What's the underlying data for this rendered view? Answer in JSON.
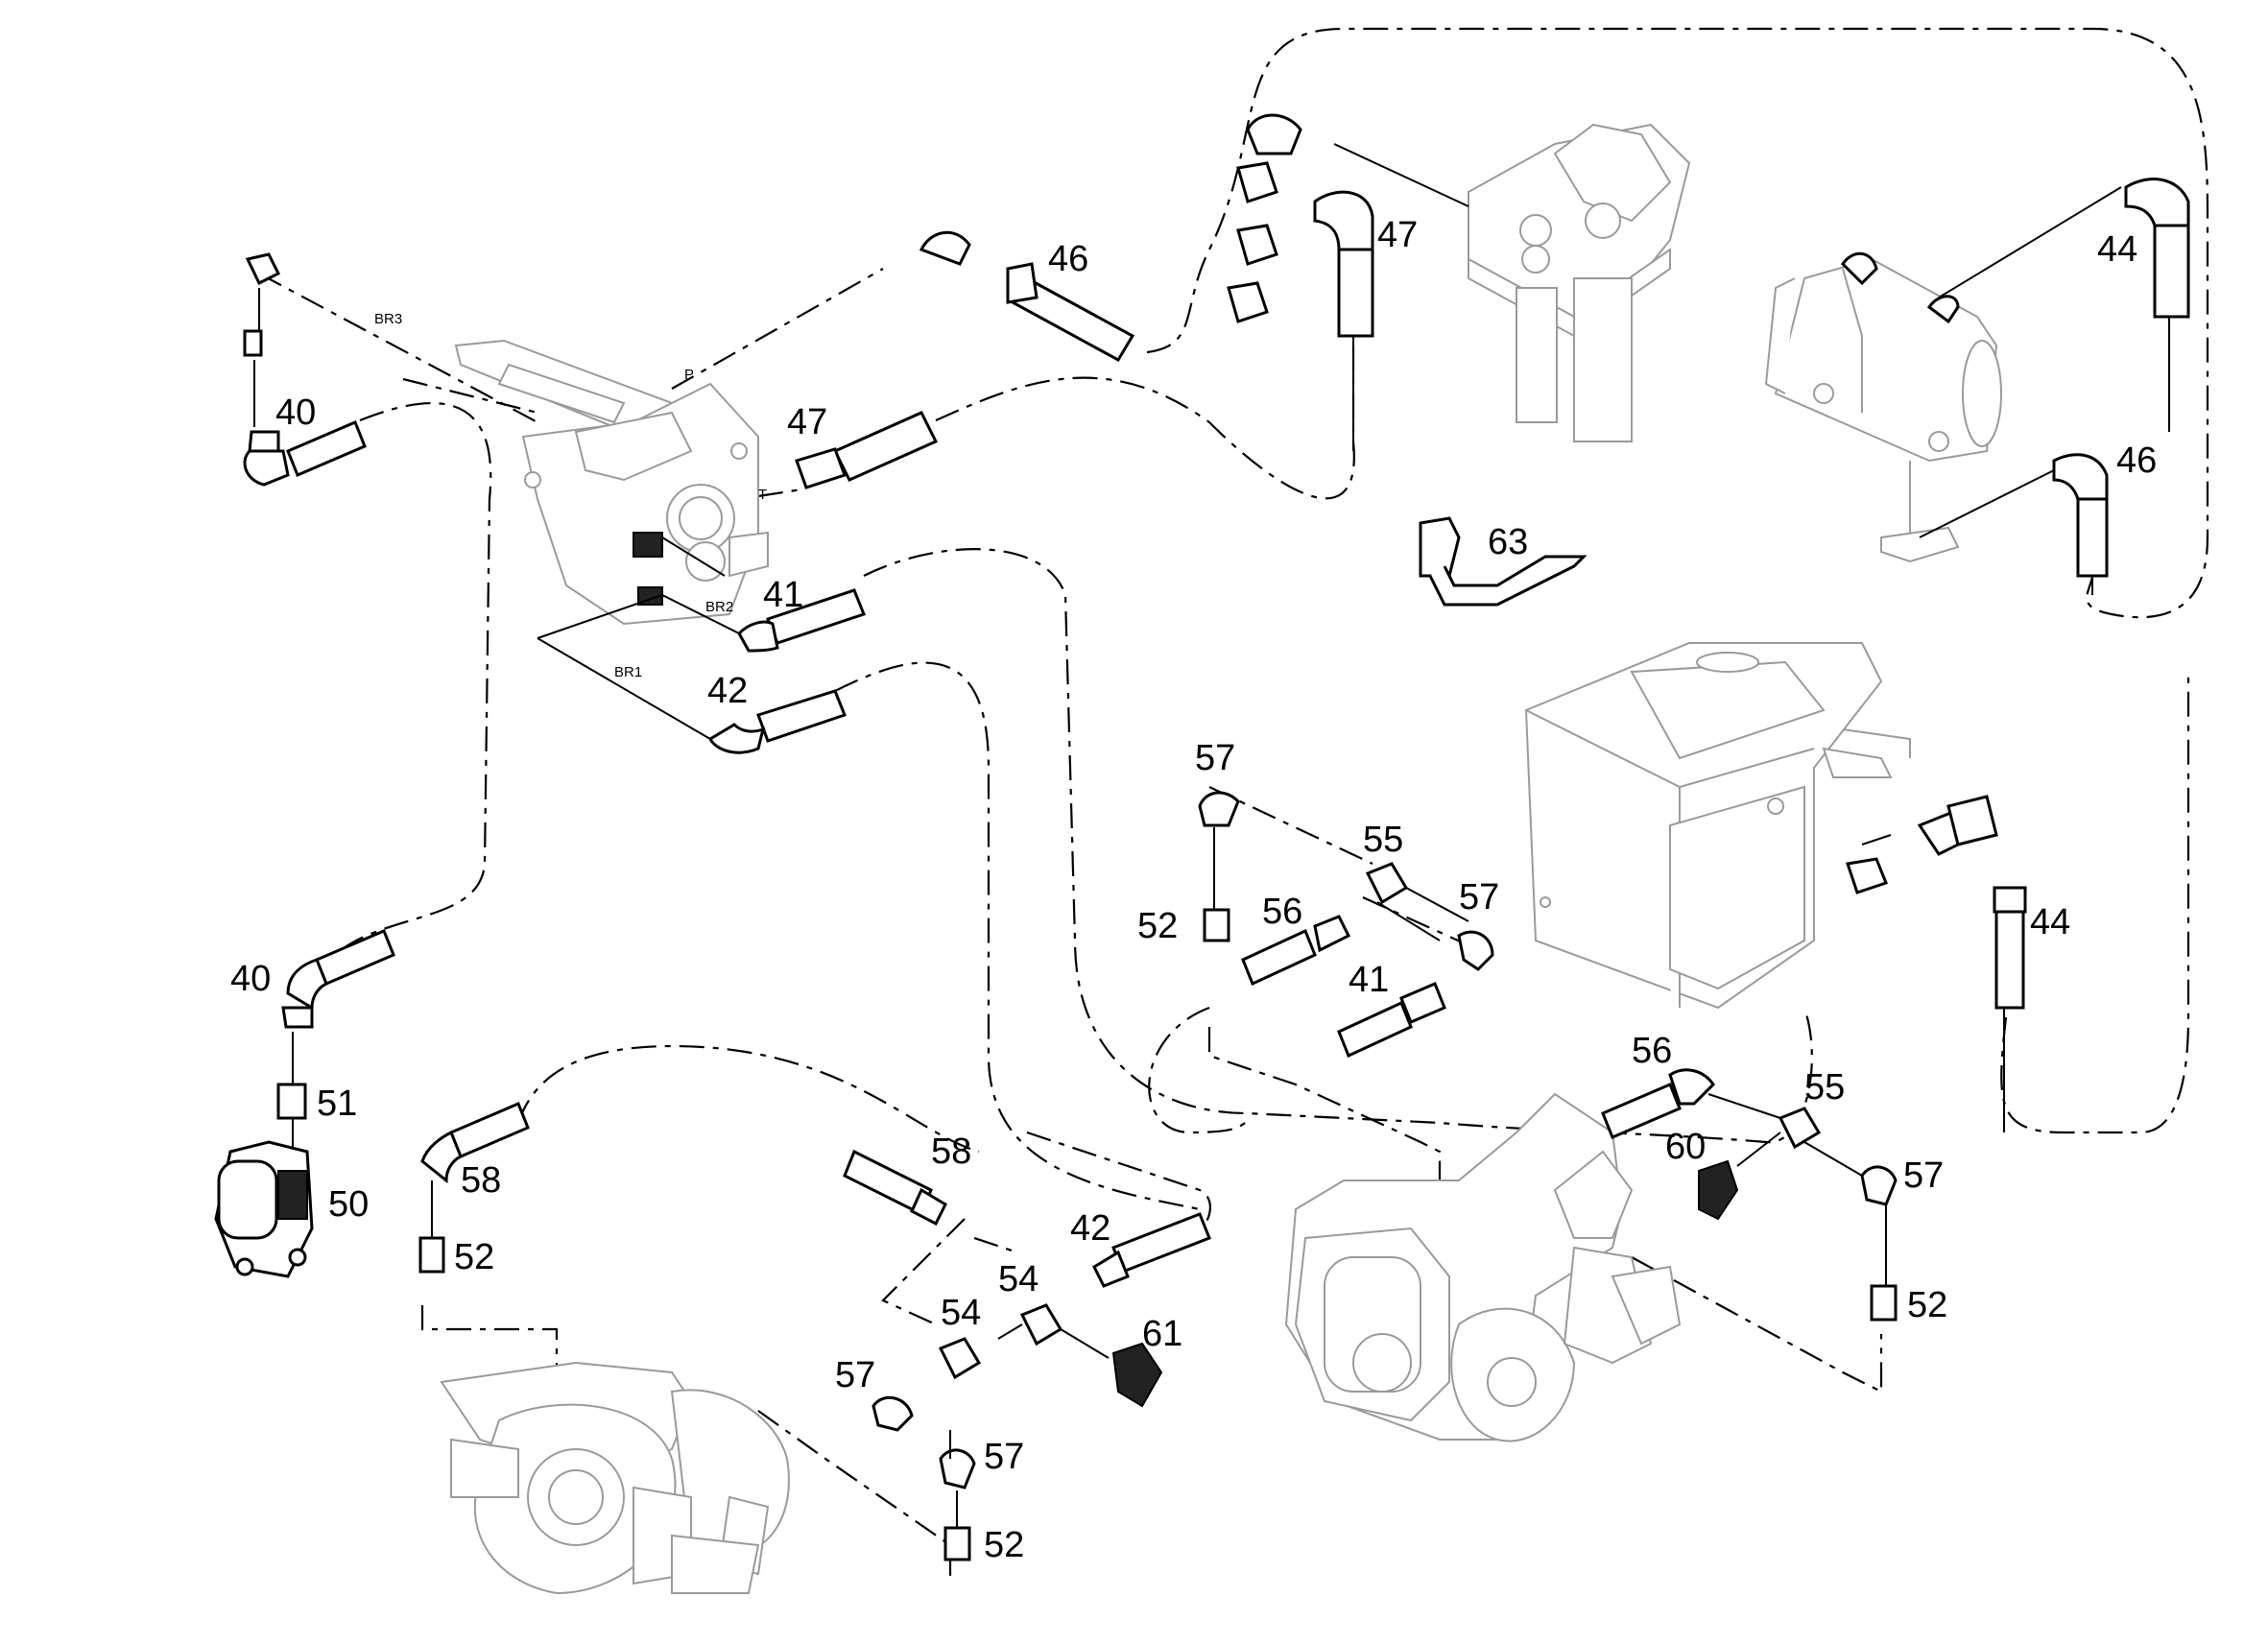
{
  "diagram": {
    "callouts": {
      "c40a": "40",
      "c40b": "40",
      "c41a": "41",
      "c41b": "41",
      "c42a": "42",
      "c42b": "42",
      "c44a": "44",
      "c44b": "44",
      "c46a": "46",
      "c46b": "46",
      "c47a": "47",
      "c47b": "47",
      "c50": "50",
      "c51": "51",
      "c52a": "52",
      "c52b": "52",
      "c52c": "52",
      "c52d": "52",
      "c54a": "54",
      "c54b": "54",
      "c55a": "55",
      "c55b": "55",
      "c56a": "56",
      "c56b": "56",
      "c57a": "57",
      "c57b": "57",
      "c57c": "57",
      "c57d": "57",
      "c57e": "57",
      "c58a": "58",
      "c58b": "58",
      "c60": "60",
      "c61": "61",
      "c63": "63"
    },
    "port_labels": {
      "p": "P",
      "t": "T",
      "br1": "BR1",
      "br2": "BR2",
      "br3": "BR3"
    }
  }
}
